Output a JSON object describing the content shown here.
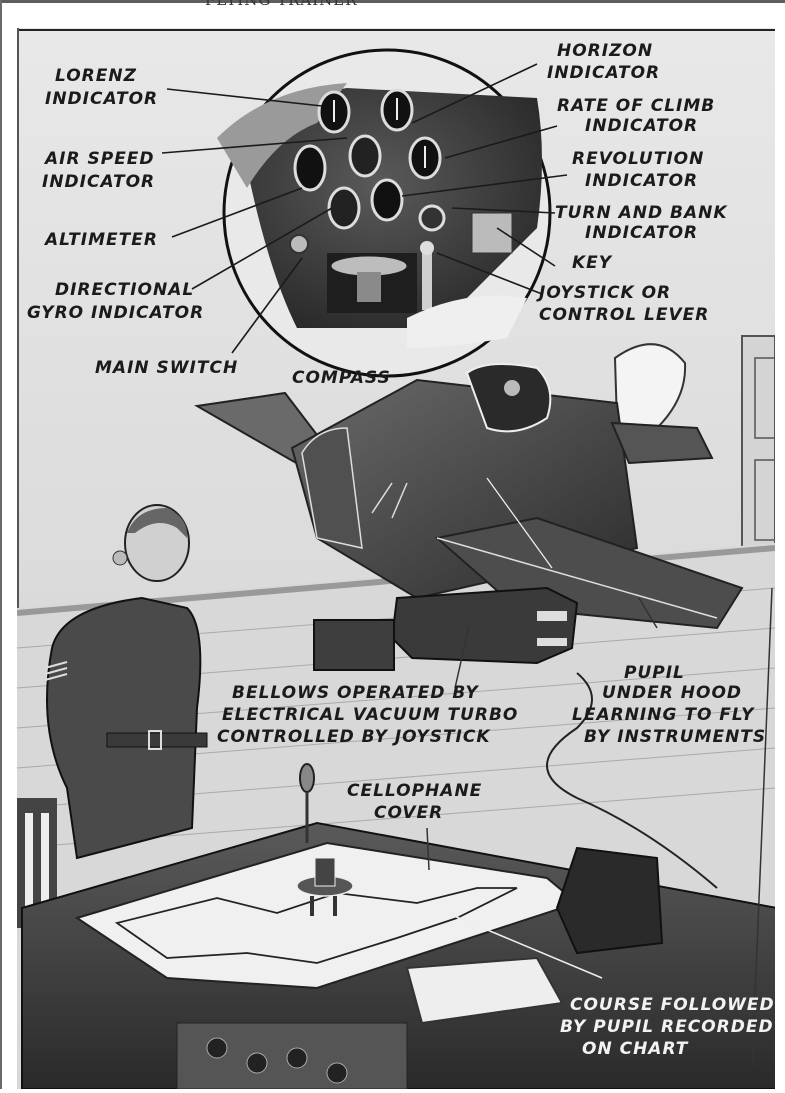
{
  "page": {
    "cut_off_heading": "FLYING TRAINER",
    "subject": "Link Trainer flight simulator illustration"
  },
  "cockpit_labels": {
    "lorenz": [
      "LORENZ",
      "INDICATOR"
    ],
    "air_speed": [
      "AIR SPEED",
      "INDICATOR"
    ],
    "altimeter": [
      "ALTIMETER"
    ],
    "directional_gyro": [
      "DIRECTIONAL",
      "GYRO INDICATOR"
    ],
    "main_switch": [
      "MAIN SWITCH"
    ],
    "compass": [
      "COMPASS"
    ],
    "horizon": [
      "HORIZON",
      "INDICATOR"
    ],
    "rate_of_climb": [
      "RATE OF CLIMB",
      "INDICATOR"
    ],
    "revolution": [
      "REVOLUTION",
      "INDICATOR"
    ],
    "turn_and_bank": [
      "TURN AND BANK",
      "INDICATOR"
    ],
    "key": [
      "KEY"
    ],
    "joystick": [
      "JOYSTICK OR",
      "CONTROL LEVER"
    ]
  },
  "scene_labels": {
    "bellows": [
      "BELLOWS OPERATED BY",
      "ELECTRICAL VACUUM TURBO",
      "CONTROLLED BY JOYSTICK"
    ],
    "pupil": [
      "PUPIL",
      "UNDER HOOD",
      "LEARNING TO FLY",
      "BY INSTRUMENTS"
    ],
    "cellophane": [
      "CELLOPHANE",
      "COVER"
    ],
    "course": [
      "COURSE FOLLOWED",
      "BY PUPIL RECORDED",
      "ON CHART"
    ]
  },
  "colors": {
    "paper": "#e6e6e6",
    "ink": "#1b1b1b",
    "panel_dark": "#3a3a3a",
    "floor": "#cfcfcf",
    "desk": "#4a4a4a"
  }
}
